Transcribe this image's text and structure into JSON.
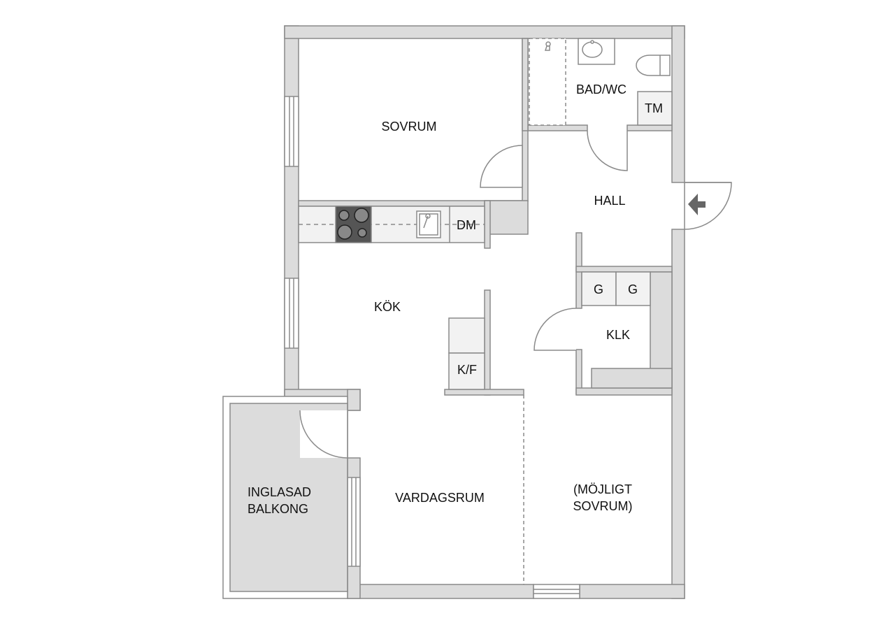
{
  "colors": {
    "wall": "#dcdcdc",
    "wall_edge": "#8a8a8a",
    "fixture_fill": "#f2f2f2",
    "stove": "#555555",
    "text": "#111111"
  },
  "rooms": {
    "sovrum": "SOVRUM",
    "bad_wc": "BAD/WC",
    "tm": "TM",
    "hall": "HALL",
    "dm": "DM",
    "kok": "KÖK",
    "g1": "G",
    "g2": "G",
    "klk": "KLK",
    "kf": "K/F",
    "inglasad_balkong": "INGLASAD\nBALKONG",
    "vardagsrum": "VARDAGSRUM",
    "mojligt_sovrum": "(MÖJLIGT\nSOVRUM)"
  },
  "icons": {
    "entrance": "entrance-arrow-icon"
  }
}
